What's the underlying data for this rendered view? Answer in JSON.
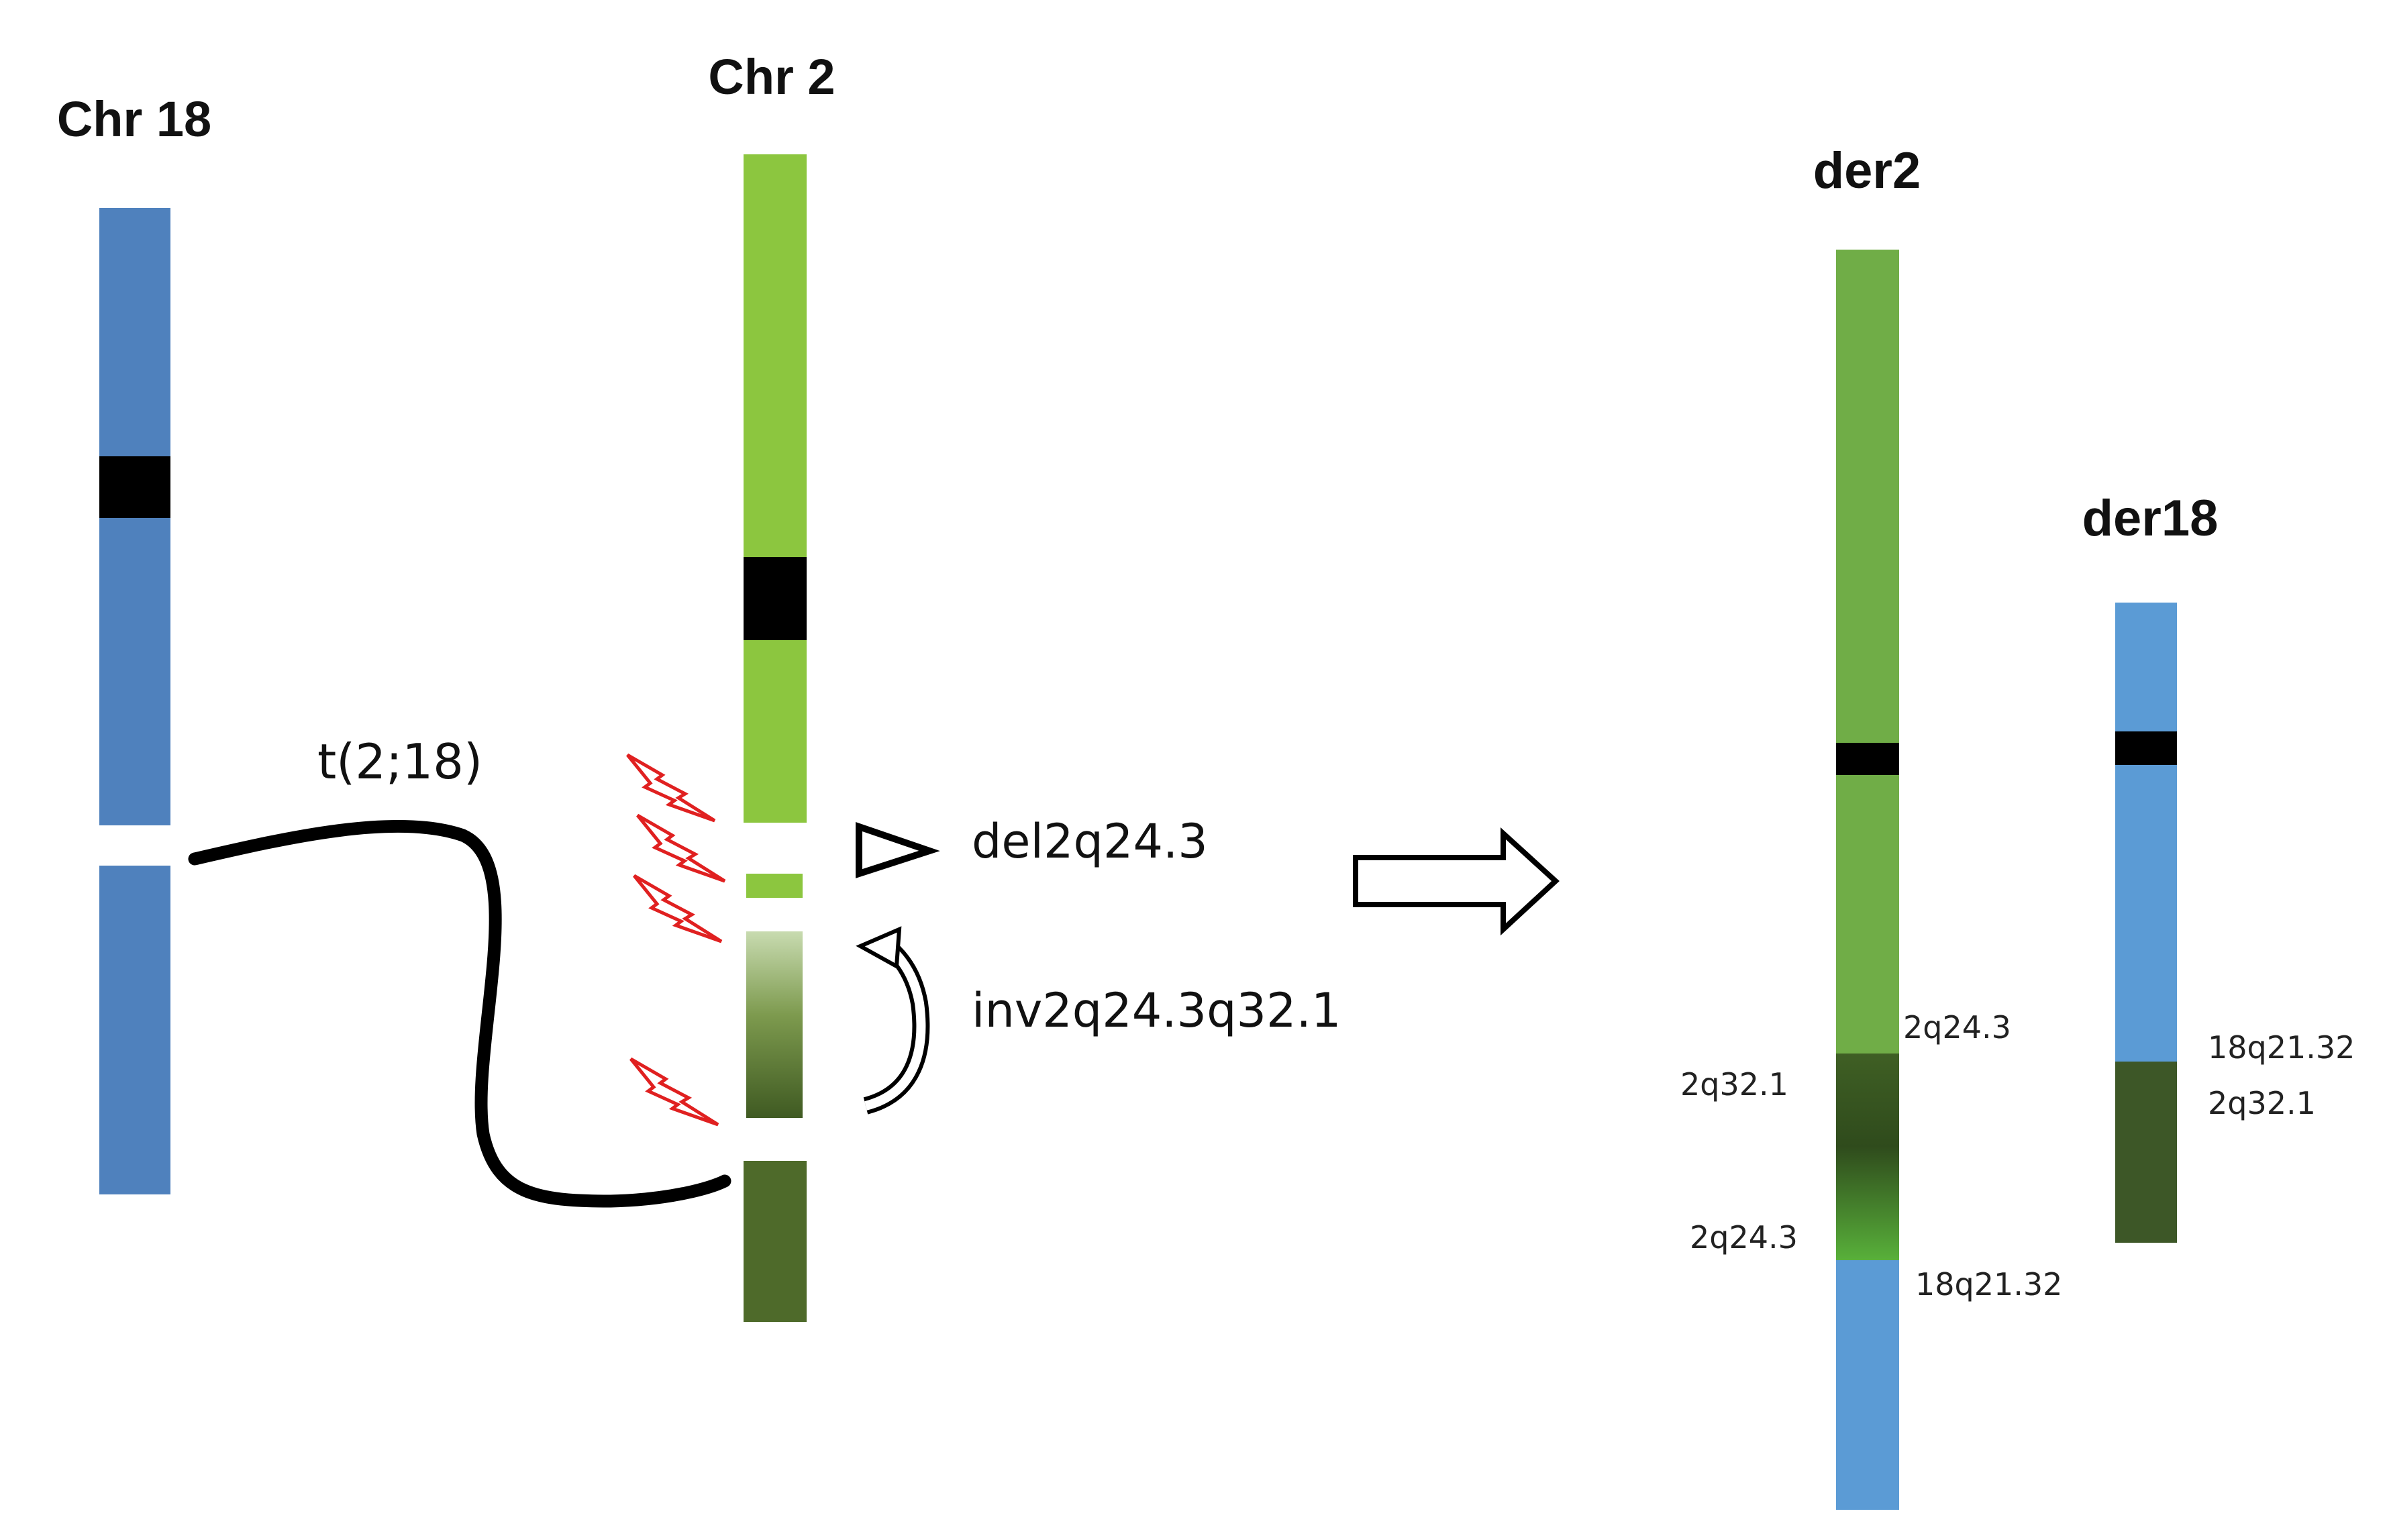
{
  "chromosomes": {
    "chr18": {
      "title": "Chr 18"
    },
    "chr2": {
      "title": "Chr 2"
    },
    "der2": {
      "title": "der2",
      "labels": [
        "2q24.3",
        "2q32.1",
        "2q24.3",
        "18q21.32"
      ]
    },
    "der18": {
      "title": "der18",
      "labels": [
        "18q21.32",
        "2q32.1"
      ]
    }
  },
  "events": {
    "translocation": "t(2;18)",
    "deletion": "del2q24.3",
    "inversion": "inv2q24.3q32.1"
  },
  "icons": [
    "lightning-bolt-icon",
    "triangle-pointer-icon",
    "curved-arrow-icon",
    "right-arrow-icon"
  ],
  "colors": {
    "chr18_blue": "#4f81bd",
    "chr2_green": "#8cc63f",
    "der2_green": "#70ad47",
    "der_blue": "#5b9bd5",
    "dark_green": "#4e6a2a",
    "centromere": "#000000",
    "breakpoint": "#e02020"
  }
}
